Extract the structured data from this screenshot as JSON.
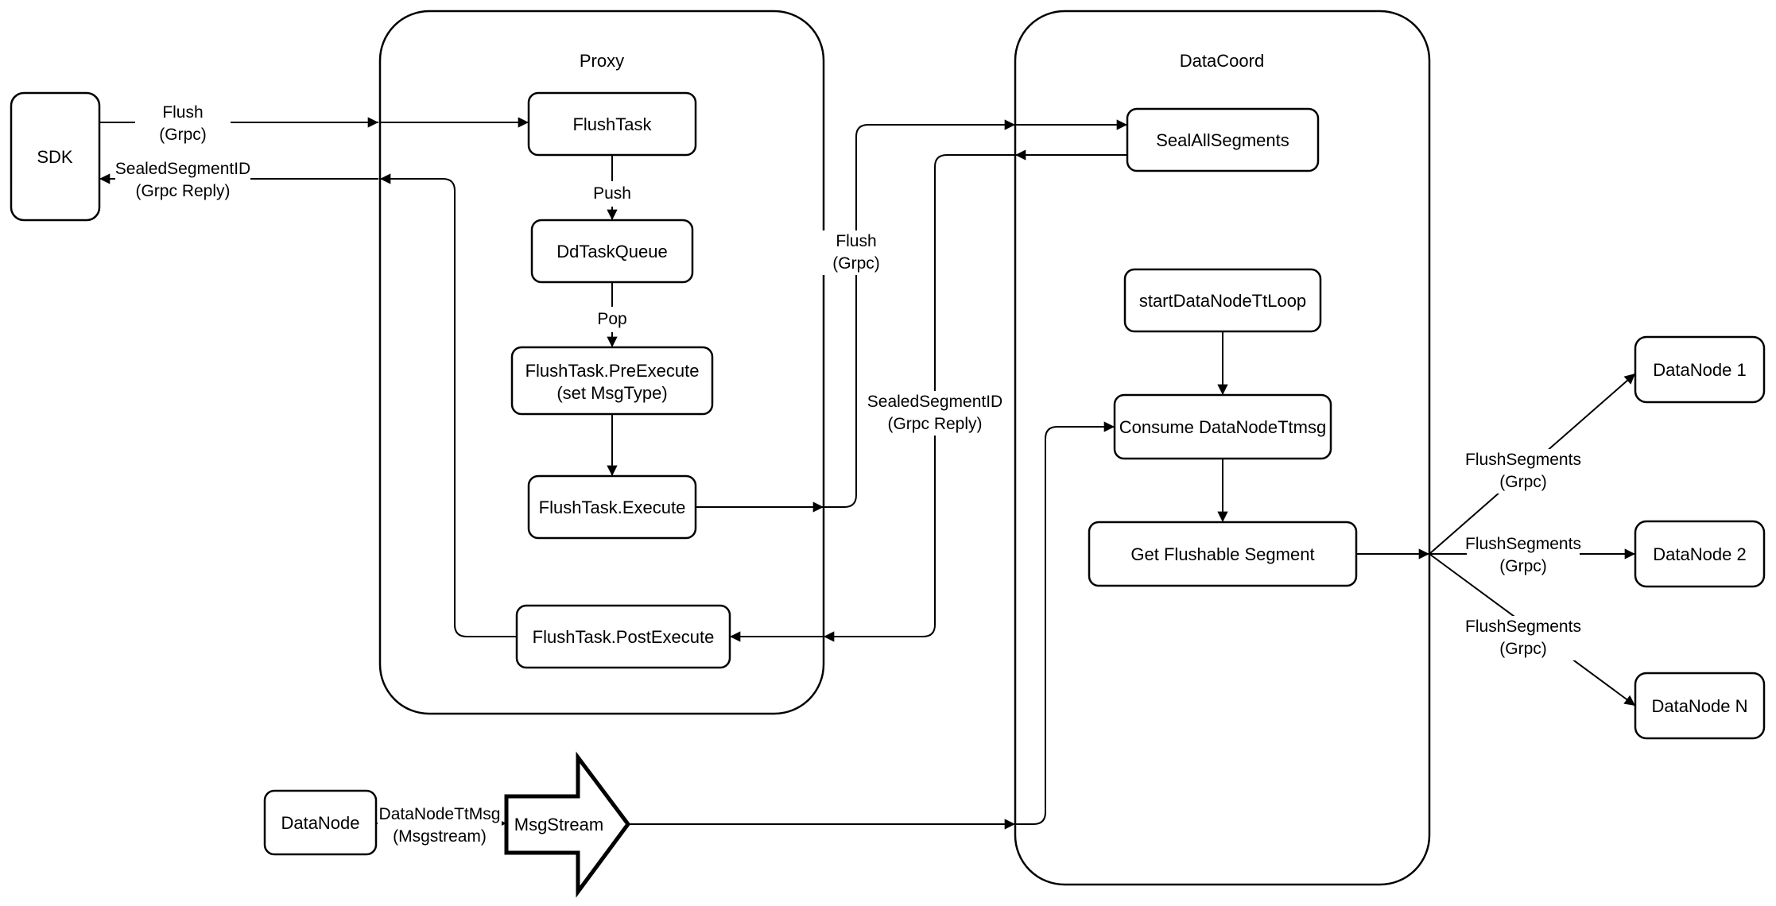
{
  "diagram": {
    "colors": {
      "stroke": "#000000",
      "background": "#ffffff"
    },
    "containers": {
      "proxy": {
        "label": "Proxy"
      },
      "datacoord": {
        "label": "DataCoord"
      }
    },
    "nodes": {
      "sdk": "SDK",
      "flush_task": "FlushTask",
      "dd_task_queue": "DdTaskQueue",
      "pre_execute_line1": "FlushTask.PreExecute",
      "pre_execute_line2": "(set MsgType)",
      "execute": "FlushTask.Execute",
      "post_execute": "FlushTask.PostExecute",
      "seal_all_segments": "SealAllSegments",
      "start_datanode_tt_loop": "startDataNodeTtLoop",
      "consume_datanode_ttmsg": "Consume DataNodeTtmsg",
      "get_flushable_segment": "Get Flushable Segment",
      "datanode_1": "DataNode 1",
      "datanode_2": "DataNode 2",
      "datanode_n": "DataNode N",
      "datanode": "DataNode",
      "msgstream": "MsgStream"
    },
    "edge_labels": {
      "flush_sdk_line1": "Flush",
      "flush_sdk_line2": "(Grpc)",
      "sealed_sdk_line1": "SealedSegmentID",
      "sealed_sdk_line2": "(Grpc Reply)",
      "push": "Push",
      "pop": "Pop",
      "flush_mid_line1": "Flush",
      "flush_mid_line2": "(Grpc)",
      "sealed_mid_line1": "SealedSegmentID",
      "sealed_mid_line2": "(Grpc Reply)",
      "flush_segments_1_line1": "FlushSegments",
      "flush_segments_1_line2": "(Grpc)",
      "flush_segments_2_line1": "FlushSegments",
      "flush_segments_2_line2": "(Grpc)",
      "flush_segments_n_line1": "FlushSegments",
      "flush_segments_n_line2": "(Grpc)",
      "datanode_ttmsg_line1": "DataNodeTtMsg",
      "datanode_ttmsg_line2": "(Msgstream)"
    }
  }
}
